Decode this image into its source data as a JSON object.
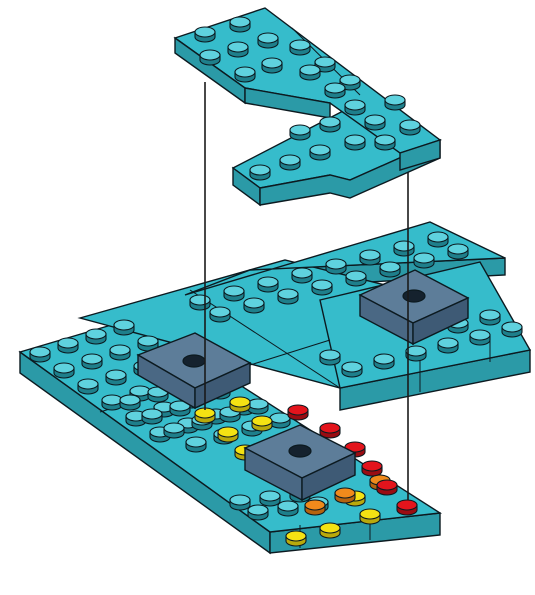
{
  "diagram": {
    "type": "lego-build-instruction-step",
    "colors": {
      "plate": "#36bccb",
      "plate_light": "#5fd2de",
      "plate_side": "#2b9aa7",
      "stud_side": "#1e7f8b",
      "tile": "#5d7d99",
      "tile_side": "#4a6884",
      "outline": "#0c1a20",
      "yellow_marker": "#f4e213",
      "orange_marker": "#f08a1c",
      "red_marker": "#e3141c",
      "guide_line": "#1a1a1a"
    },
    "parts": [
      {
        "name": "upper-plate-sub-assembly",
        "color": "teal",
        "moves": "down"
      },
      {
        "name": "base-plate-assembly",
        "color": "teal"
      },
      {
        "name": "square-tile-with-hole",
        "color": "slate-blue",
        "count": 3
      }
    ],
    "guide_lines": 2,
    "markers": {
      "yellow": 10,
      "orange": 3,
      "red": 6
    }
  }
}
